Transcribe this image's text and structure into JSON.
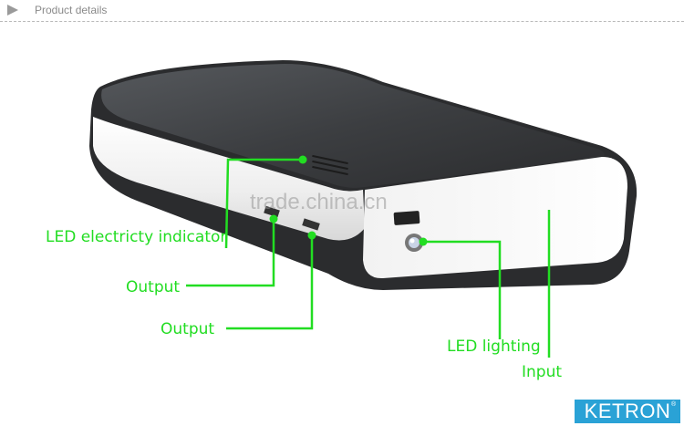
{
  "header": {
    "title": "Product details",
    "arrow_icon": "triangle-right-icon"
  },
  "watermark": "trade.china.cn",
  "labels": {
    "led_indicator": "LED electricty indicator",
    "output_1": "Output",
    "output_2": "Output",
    "led_lighting": "LED lighting",
    "input": "Input"
  },
  "brand": {
    "name": "KETRON",
    "mark": "®"
  },
  "colors": {
    "callout": "#22dd22",
    "brand": "#2aa2d6",
    "device_body": "#3b3d40",
    "device_side": "#f4f4f4"
  }
}
